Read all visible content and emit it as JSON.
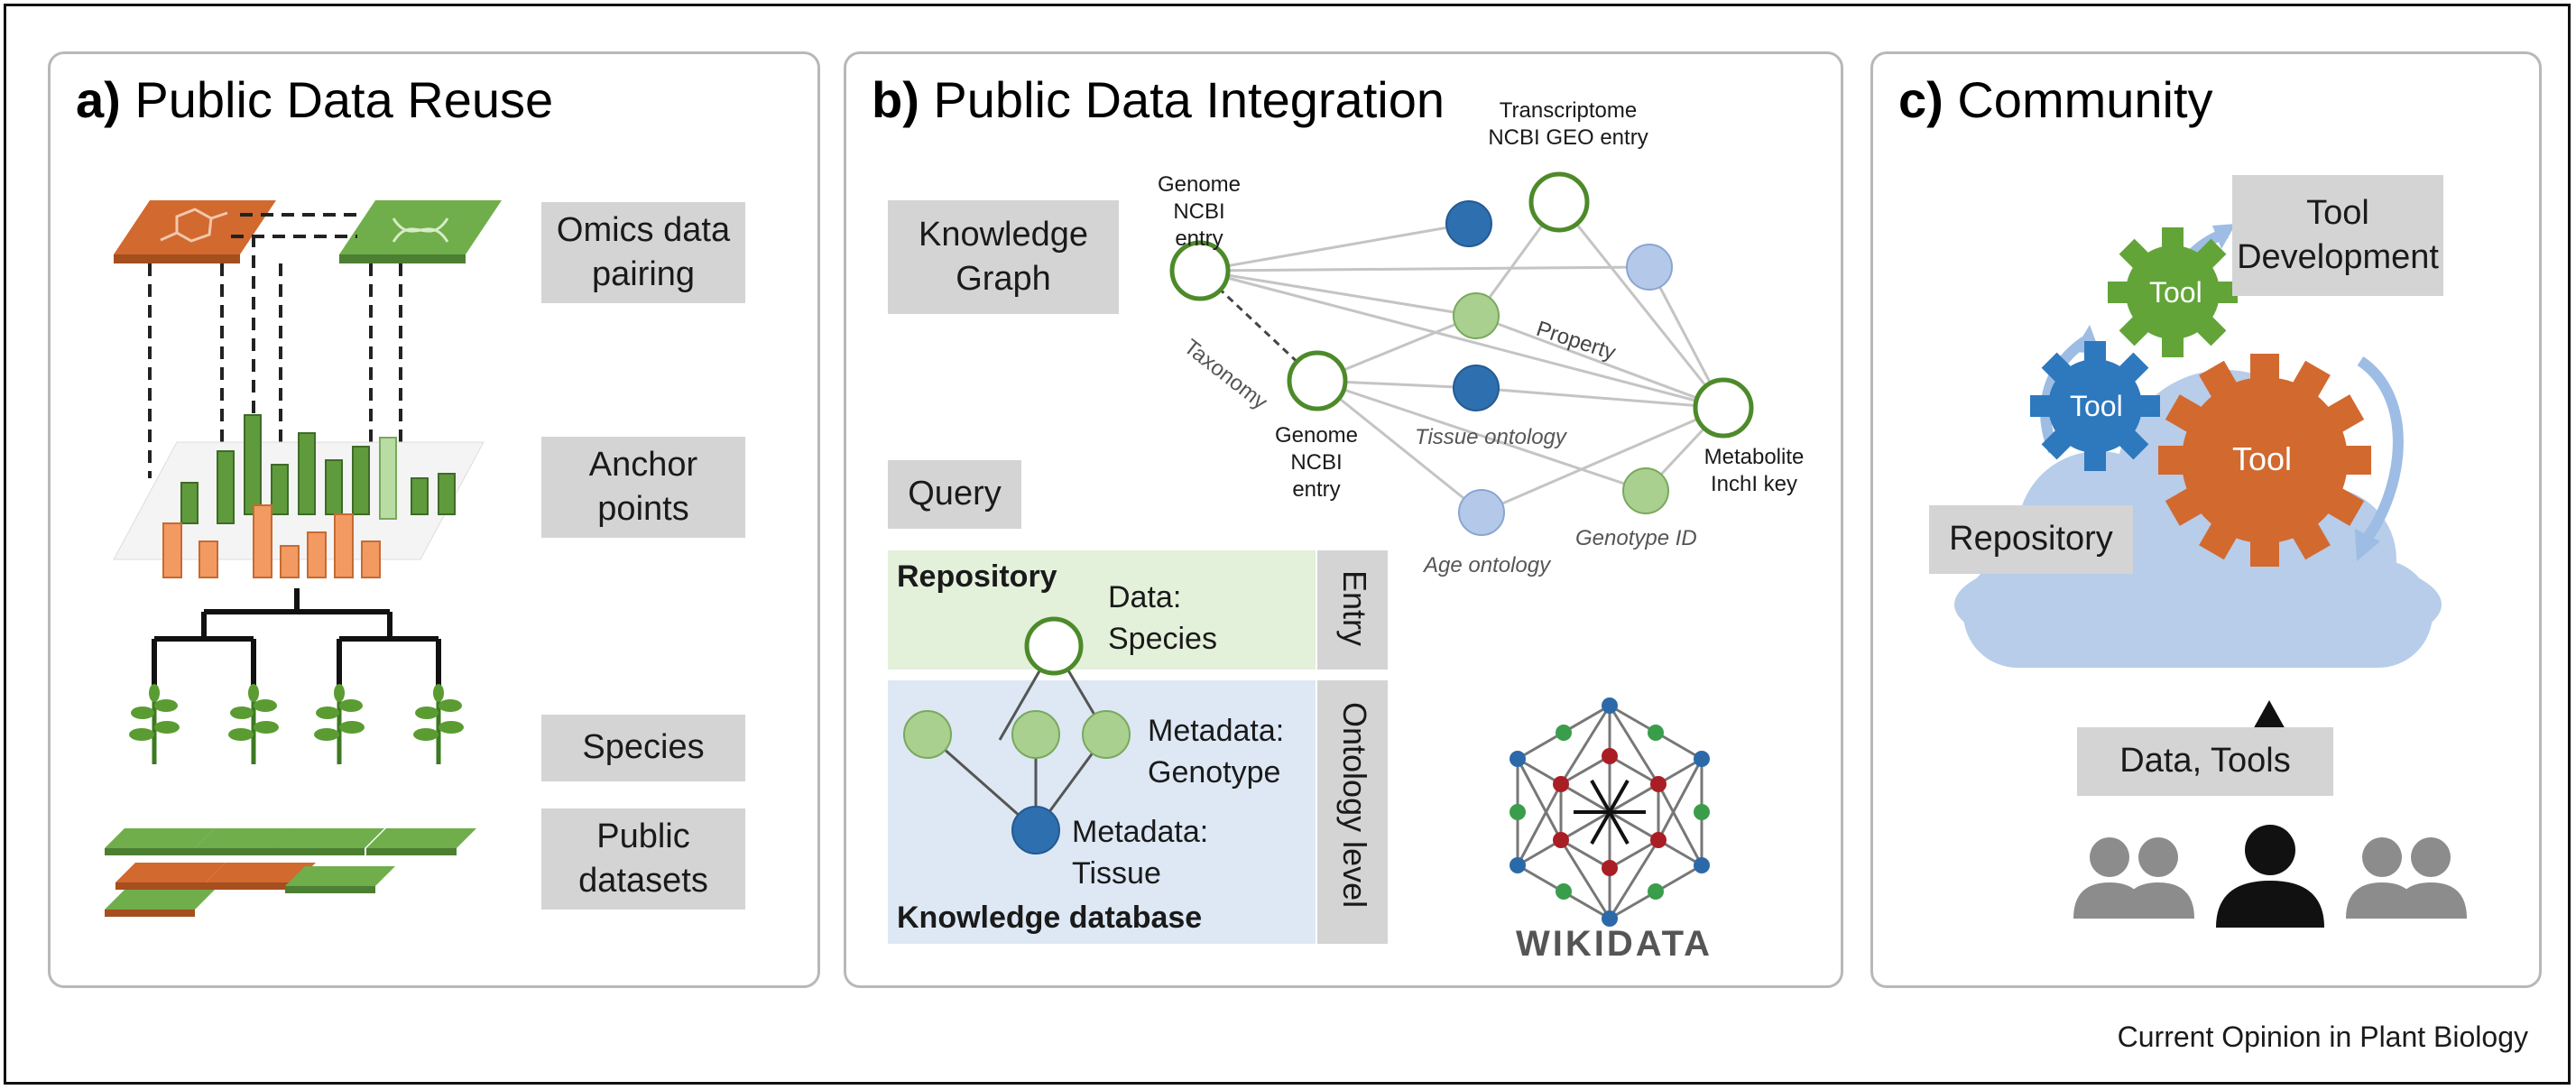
{
  "panel_a": {
    "title_letter": "a)",
    "title_text": "Public Data Reuse",
    "labels": {
      "omics": "Omics data pairing",
      "anchor": "Anchor points",
      "species": "Species",
      "datasets": "Public datasets"
    }
  },
  "panel_b": {
    "title_letter": "b)",
    "title_text": "Public Data Integration",
    "knowledge_graph": "Knowledge Graph",
    "query": "Query",
    "nodes": {
      "genome1": "Genome NCBI entry",
      "transcriptome": "Transcriptome NCBI GEO entry",
      "genome2": "Genome NCBI entry",
      "metabolite": "Metabolite InchI key"
    },
    "edges": {
      "taxonomy": "Taxonomy",
      "property": "Property",
      "tissue_ontology": "Tissue ontology",
      "genotype_id": "Genotype ID",
      "age_ontology": "Age ontology"
    },
    "repo": {
      "title": "Repository",
      "data_label": "Data: Species",
      "entry": "Entry",
      "meta_genotype": "Metadata: Genotype",
      "meta_tissue": "Metadata: Tissue",
      "kdb": "Knowledge database",
      "ontology": "Ontology level"
    },
    "wikidata": "WIKIDATA"
  },
  "panel_c": {
    "title_letter": "c)",
    "title_text": "Community",
    "tool_dev": "Tool Development",
    "tool": "Tool",
    "repository": "Repository",
    "data_tools": "Data, Tools"
  },
  "credit": "Current Opinion in Plant Biology",
  "colors": {
    "orange": "#d2692f",
    "green": "#5e9b3e",
    "light_green": "#a9d08e",
    "blue": "#2e6fb0",
    "light_blue": "#b4c9ea",
    "grey_box": "#d4d4d4",
    "cloud": "#b7cde9"
  }
}
